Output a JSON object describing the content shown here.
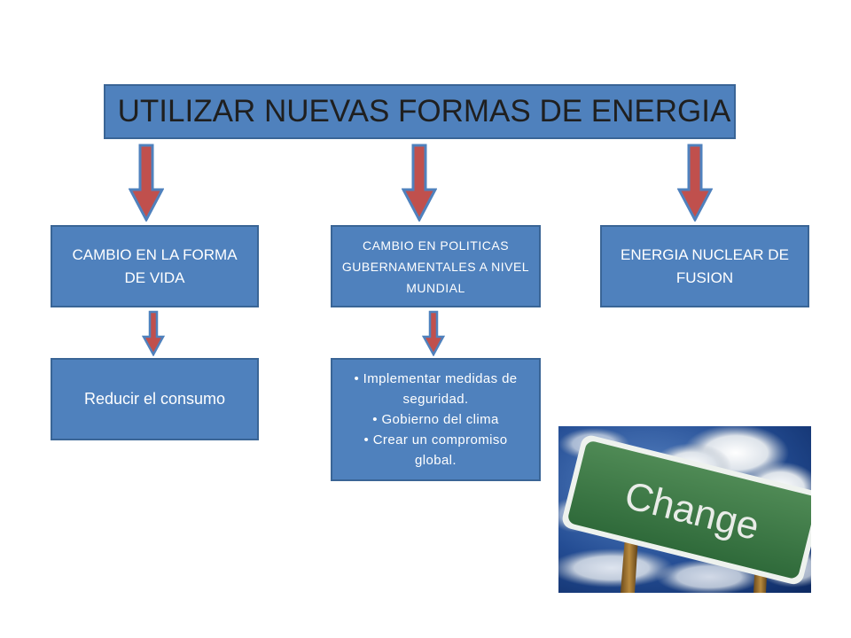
{
  "title": "UTILIZAR NUEVAS FORMAS DE ENERGIA",
  "branches": {
    "lifestyle": "CAMBIO EN LA FORMA DE VIDA",
    "policy": "CAMBIO EN POLITICAS GUBERNAMENTALES A NIVEL MUNDIAL",
    "fusion": "ENERGIA NUCLEAR DE FUSION"
  },
  "details": {
    "lifestyle": "Reducir el consumo",
    "policy_items": [
      "Implementar medidas de seguridad.",
      "Gobierno del clima",
      "Crear un compromiso global."
    ]
  },
  "image": {
    "sign_text": "Change"
  },
  "colors": {
    "box_fill": "#4f81bd",
    "box_border": "#3a6596",
    "arrow_fill": "#c0504d",
    "arrow_stroke": "#4f81bd"
  }
}
